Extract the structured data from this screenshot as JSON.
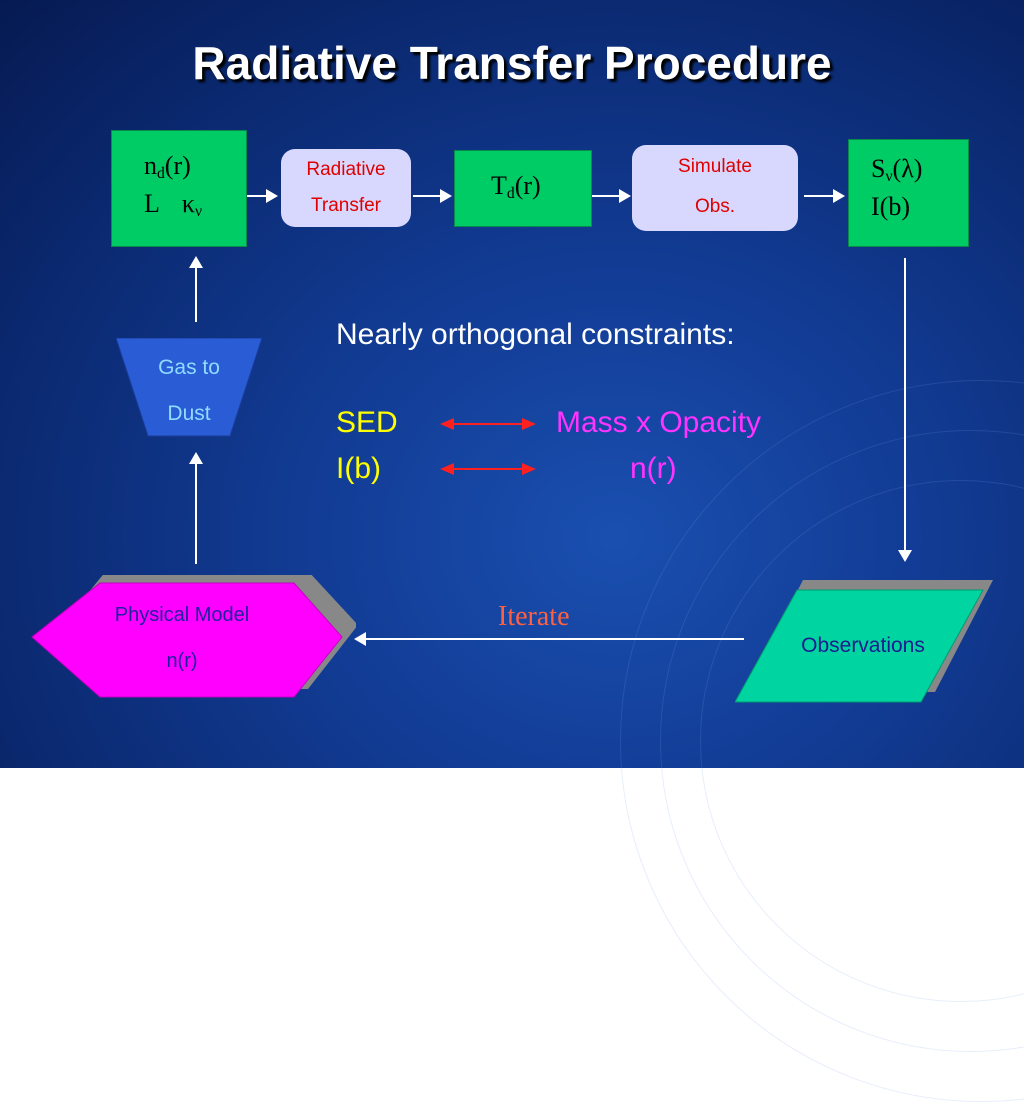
{
  "title": "Radiative Transfer Procedure",
  "boxes": {
    "input": {
      "n": "n",
      "n_sub": "d",
      "n_arg": "(r)",
      "L": "L",
      "kappa": "κ",
      "kappa_sub": "ν"
    },
    "radiative_transfer": {
      "line1": "Radiative",
      "line2": "Transfer"
    },
    "temperature": {
      "T": "T",
      "T_sub": "d",
      "T_arg": "(r)"
    },
    "simulate": {
      "line1": "Simulate",
      "line2": "Obs."
    },
    "output": {
      "S": "S",
      "S_sub": "ν",
      "S_arg": "(λ)",
      "I": "I(b)"
    },
    "gas_to_dust": {
      "line1": "Gas to",
      "line2": "Dust"
    },
    "physical_model": {
      "line1": "Physical Model",
      "line2": "n(r)"
    },
    "observations": {
      "label": "Observations"
    }
  },
  "iterate": "Iterate",
  "constraints": {
    "heading": "Nearly orthogonal constraints:",
    "rows": [
      {
        "left": "SED",
        "right": "Mass x Opacity"
      },
      {
        "left": "I(b)",
        "right": "n(r)"
      }
    ]
  },
  "colors": {
    "background": "#123c95",
    "green_box": "#00cc66",
    "pill": "#d8d8ff",
    "pill_text": "#e00000",
    "magenta": "#ff00ff",
    "observations": "#00d4a0",
    "yellow_text": "#ffff00",
    "pink_text": "#ff33ff",
    "arrow_red": "#ff2020",
    "iterate_text": "#ff6040"
  }
}
